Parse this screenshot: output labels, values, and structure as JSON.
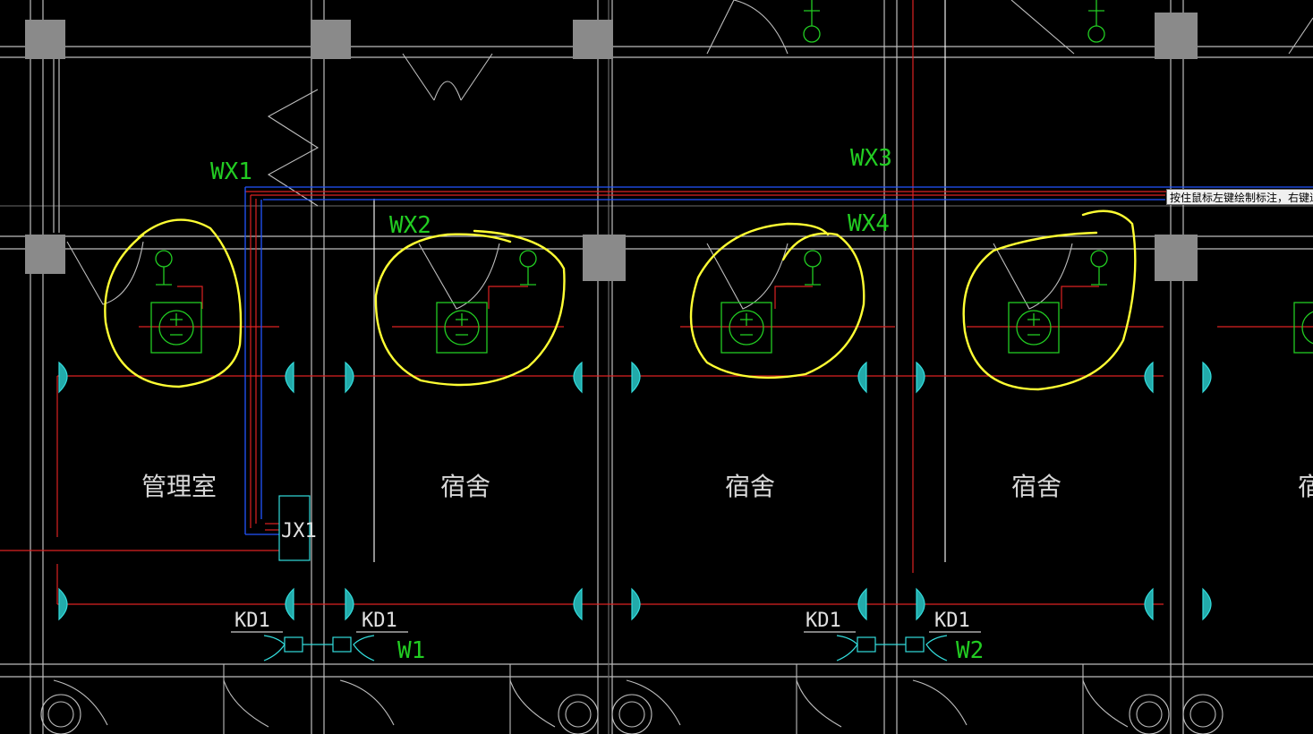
{
  "colors": {
    "background": "#000000",
    "wall": "#c8c8c8",
    "column": "#8a8a8a",
    "circuit_red": "#dd2222",
    "circuit_blue": "#2255ff",
    "symbol_green": "#22cc22",
    "lamp_cyan": "#33dddd",
    "annotation_yellow": "#ffff33"
  },
  "circuits": [
    "WX1",
    "WX2",
    "WX3",
    "WX4",
    "W1",
    "W2"
  ],
  "distribution_box": "JX1",
  "switches": [
    "KD1",
    "KD1",
    "KD1",
    "KD1"
  ],
  "rooms": [
    "管理室",
    "宿舍",
    "宿舍",
    "宿舍",
    "宿"
  ],
  "tooltip": "按住鼠标左键绘制标注，右键退出"
}
